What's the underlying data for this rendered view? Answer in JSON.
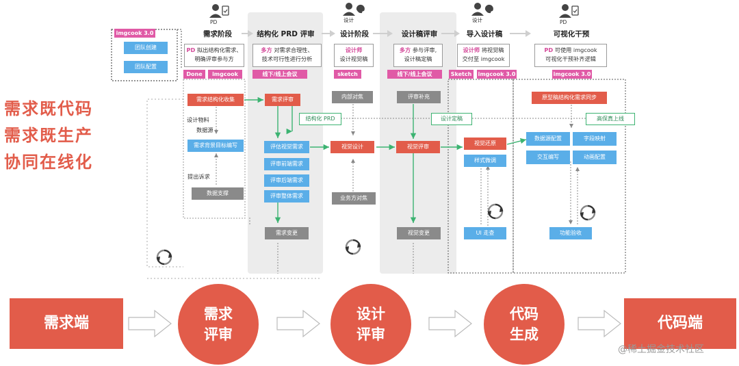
{
  "stages": {
    "demand": "需求阶段",
    "structured_prd": "结构化 PRD 评审",
    "design": "设计阶段",
    "design_review": "设计稿评审",
    "import_design": "导入设计稿",
    "visual": "可视化干预"
  },
  "personas": {
    "pd1": "PD",
    "designer1": "设计",
    "designer2": "设计",
    "pd2": "PD"
  },
  "imgcook_panel": {
    "title": "imgcook 3.0",
    "team_create": "团队创建",
    "team_config": "团队配置"
  },
  "roles": {
    "demand": {
      "who": "PD",
      "line1": "拟出结构化需求、",
      "line2": "明确评审参与方"
    },
    "prd": {
      "who": "多方",
      "line1": "对需求合理性、",
      "line2": "技术可行性进行分析"
    },
    "design": {
      "who": "设计师",
      "line2": "设计视觉稿"
    },
    "design_review": {
      "who": "多方",
      "line1": "参与评审,",
      "line2": "设计稿定稿"
    },
    "import": {
      "who": "设计师",
      "line1": "将视觉稿",
      "line2": "交付至 imgcook"
    },
    "visual": {
      "who": "PD",
      "line1": "可使用 imgcook",
      "line2": "可视化干预补齐逻辑"
    }
  },
  "tags": {
    "done": "Done",
    "imgcook": "imgcook",
    "offline_online_1": "线下/线上会议",
    "sketch1": "sketch",
    "offline_online_2": "线下/线上会议",
    "sketch2": "Sketch",
    "imgcook3_a": "imgcook 3.0",
    "imgcook3_b": "imgcook 3.0"
  },
  "nodes": {
    "collect": "需求结构化收集",
    "design_material": "设计物料",
    "data_source": "数据源",
    "bg_goal": "需求背景目标编写",
    "appeal": "提出诉求",
    "data_support": "数据支撑",
    "demand_review": "需求评审",
    "struct_prd": "结构化 PRD",
    "eval_visual": "评估视觉需求",
    "eval_fe": "评审前端需求",
    "eval_be": "评审后端需求",
    "eval_all": "评审整体需求",
    "demand_change": "需求变更",
    "internal_align": "内部对焦",
    "visual_design": "视觉设计",
    "biz_align": "业务方对焦",
    "review_supplement": "评审补充",
    "design_final": "设计定稿",
    "visual_review": "视觉评审",
    "visual_change": "视觉变更",
    "visual_restore": "视觉还原",
    "style_tune": "样式微调",
    "ui_walk": "UI 走查",
    "proto_sync": "原型稿结构化需求同步",
    "high_fidelity": "高保真上线",
    "ds_config": "数据源配置",
    "field_map": "字段映射",
    "interaction": "交互编写",
    "anim_config": "动画配置",
    "func_accept": "功能验收"
  },
  "slogan": {
    "line1": "需求既代码",
    "line2": "需求既生产",
    "line3": "协同在线化"
  },
  "pipeline": {
    "start": "需求端",
    "step1": "需求\n评审",
    "step2": "设计\n评审",
    "step3": "代码\n生成",
    "end": "代码端"
  },
  "watermark": "@稀土掘金技术社区",
  "colors": {
    "accent_red": "#e25c4a",
    "accent_blue": "#5aaee8",
    "accent_pink": "#e05aa6",
    "accent_green": "#3cb371",
    "neutral_gray": "#8a8a8a"
  }
}
